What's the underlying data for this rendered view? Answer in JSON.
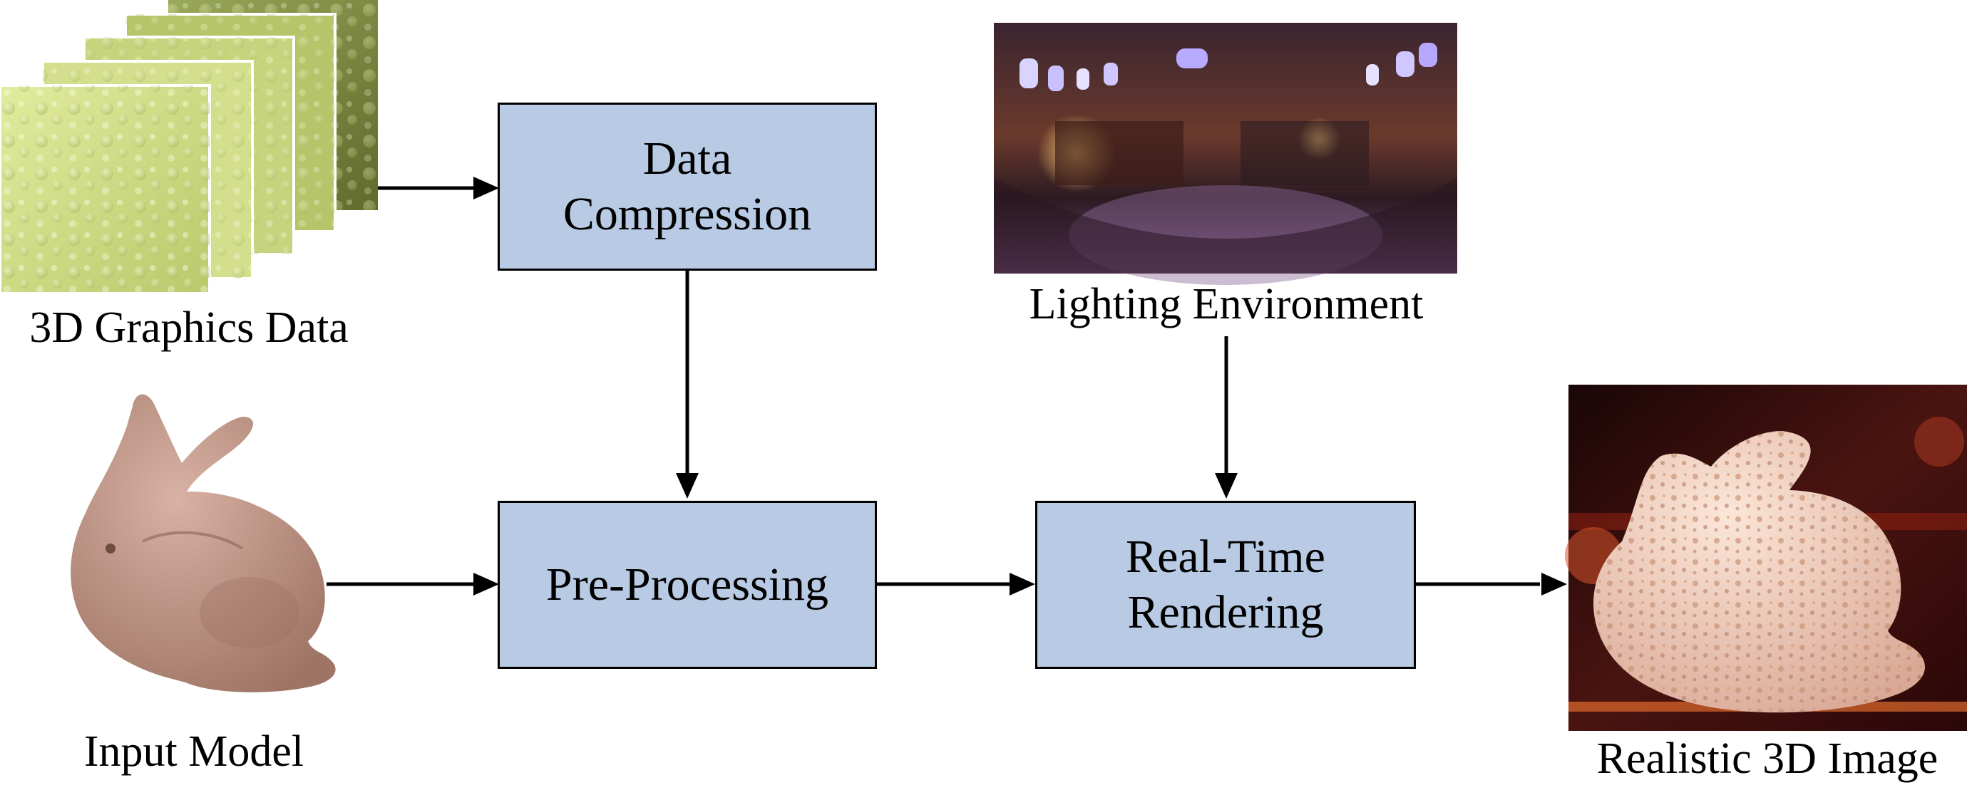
{
  "diagram": {
    "boxes": {
      "data_compression": {
        "line1": "Data",
        "line2": "Compression"
      },
      "pre_processing": {
        "line1": "Pre-Processing"
      },
      "real_time_rendering": {
        "line1": "Real-Time",
        "line2": "Rendering"
      }
    },
    "captions": {
      "graphics_data": "3D Graphics Data",
      "lighting": "Lighting Environment",
      "input_model": "Input Model",
      "output": "Realistic 3D Image"
    }
  },
  "colors": {
    "box_fill": "#b8cae4",
    "box_border": "#000000",
    "arrow": "#000000",
    "texture": "#c9d88a",
    "bunny_model": "#c9a293",
    "render_background": "#3a0f12"
  }
}
